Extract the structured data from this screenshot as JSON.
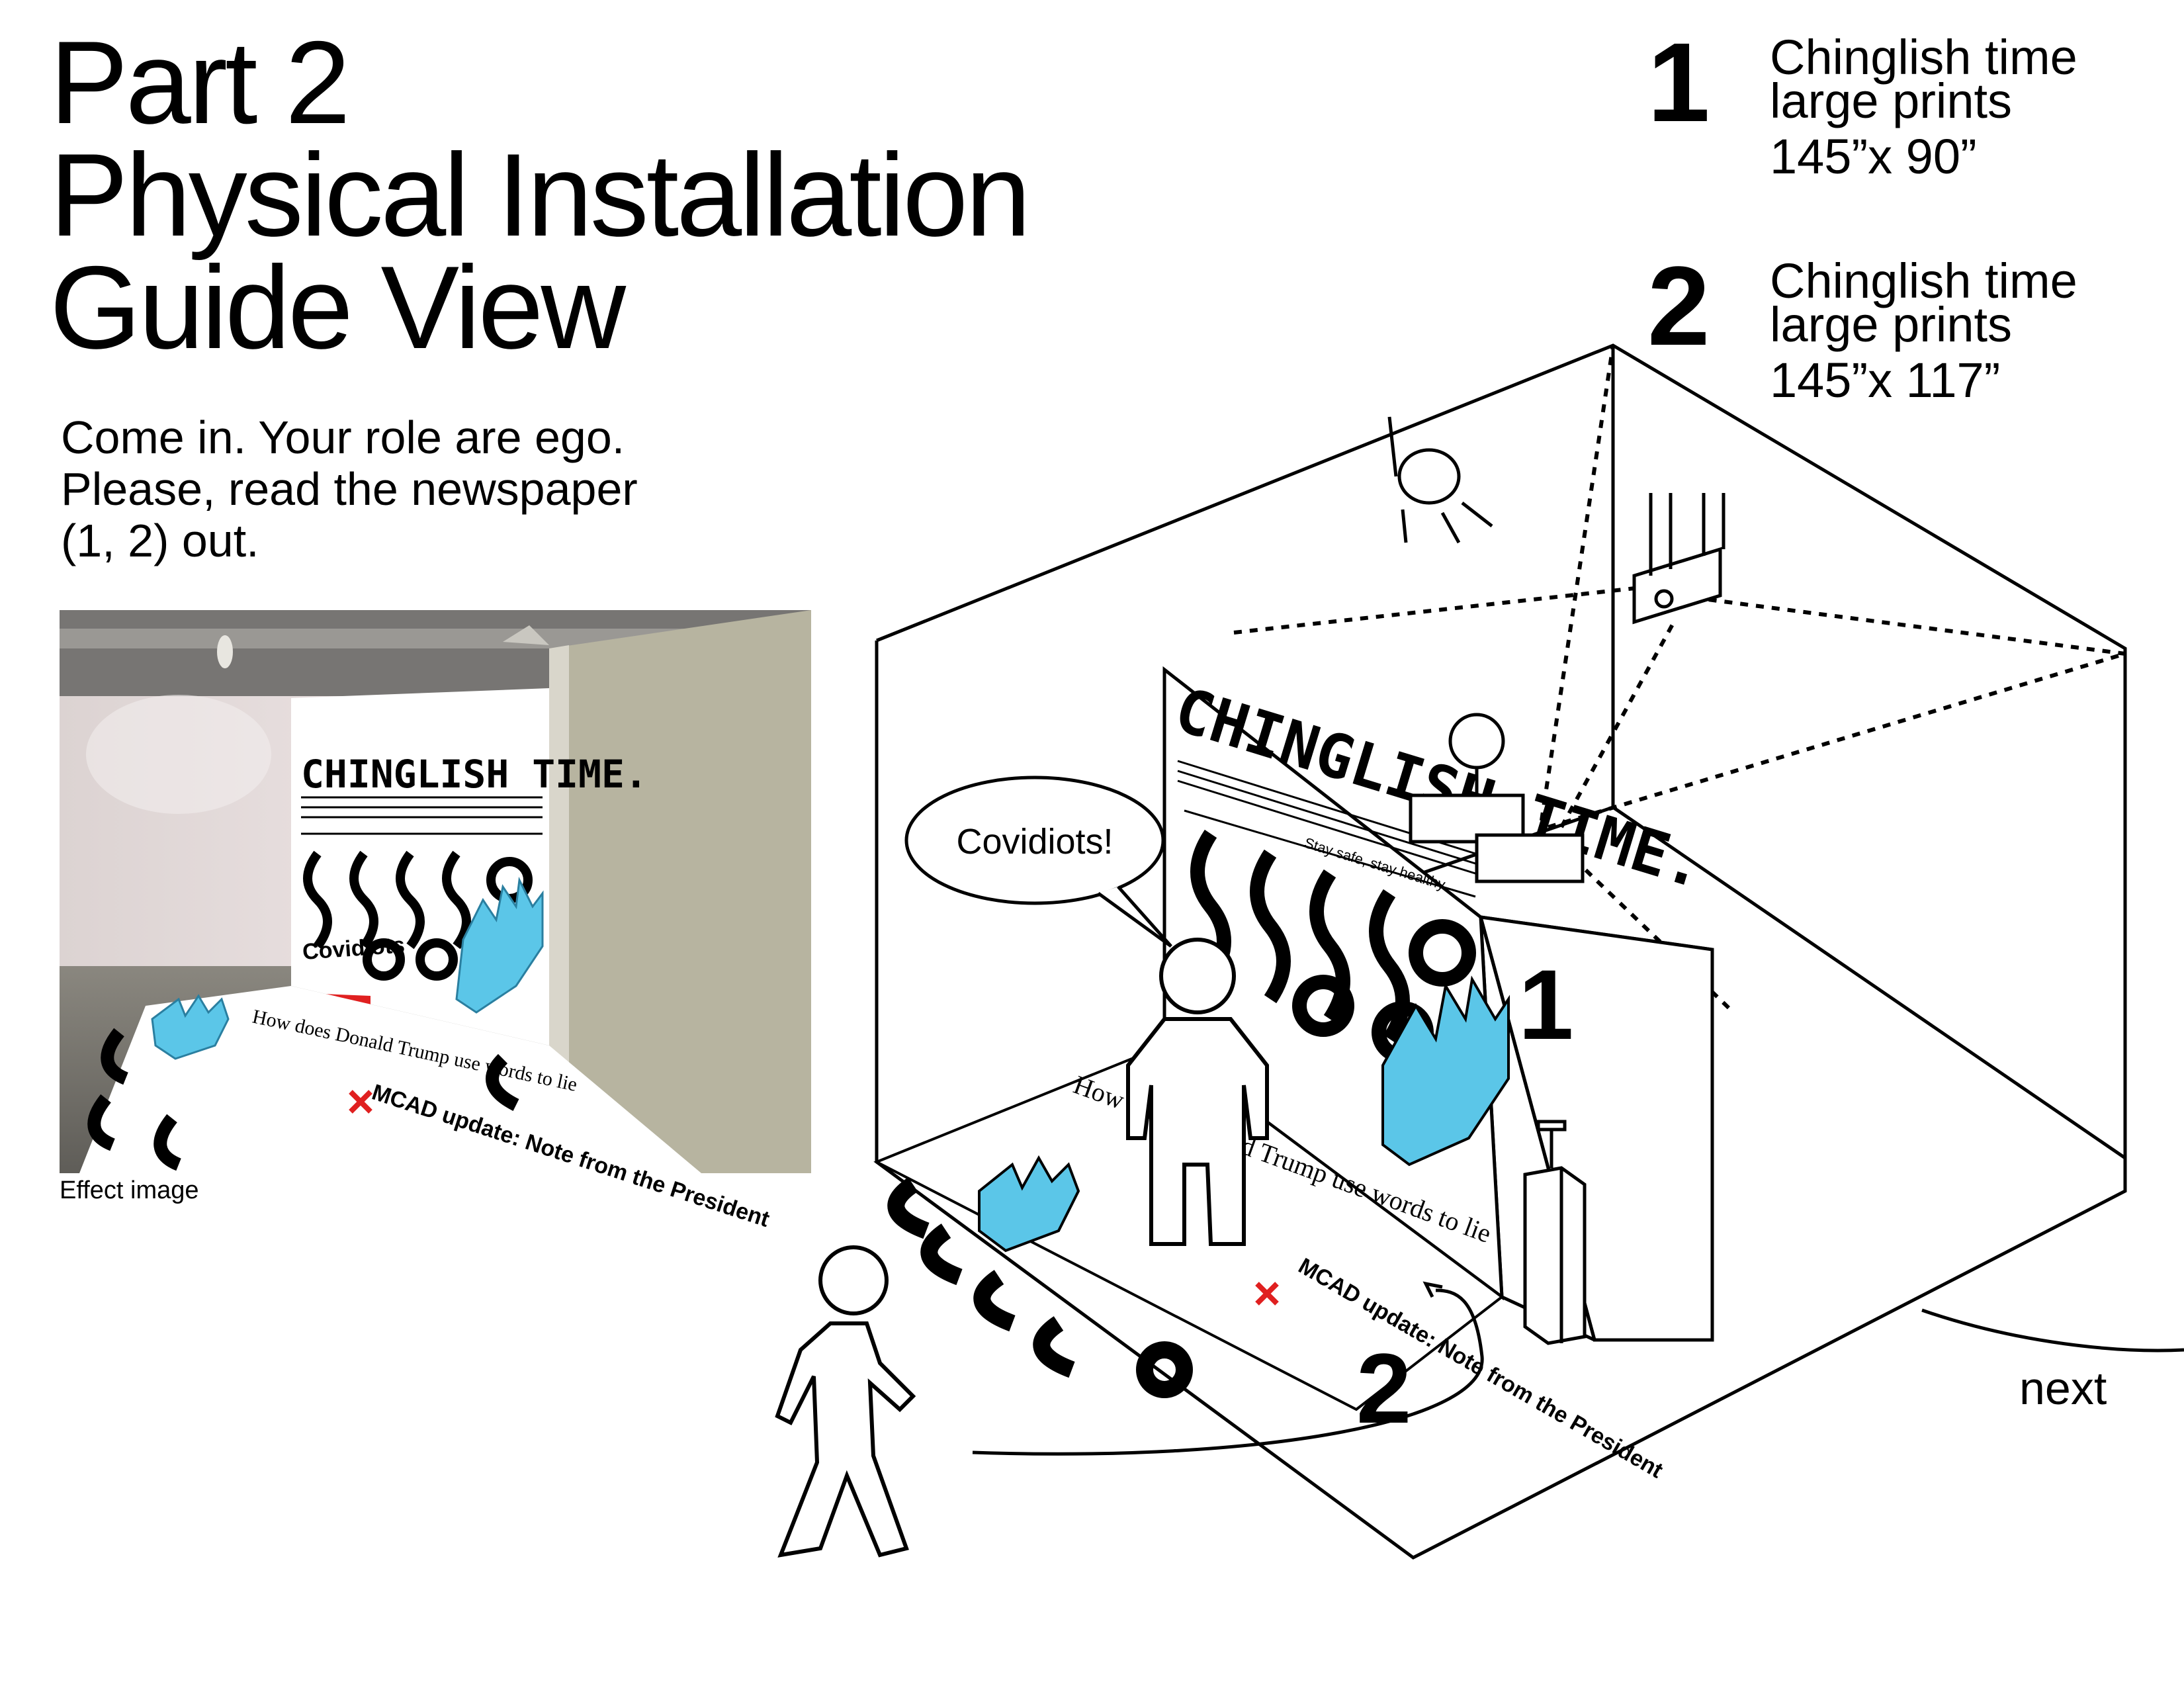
{
  "title": {
    "line1": "Part 2",
    "line2": "Physical Installation",
    "line3": "Guide View"
  },
  "intro": {
    "line1": "Come in. Your role are ego.",
    "line2": "Please, read the newspaper",
    "line3": "(1, 2) out."
  },
  "legend": [
    {
      "number": "1",
      "line1": "Chinglish time",
      "line2": "large prints",
      "line3": "145”x 90”"
    },
    {
      "number": "2",
      "line1": "Chinglish time",
      "line2": "large prints",
      "line3": "145”x 117”"
    }
  ],
  "photo": {
    "caption": "Effect image",
    "masthead": "CHINGLISH TIME.",
    "word": "Covidiots",
    "headline1": "How does Donald Trump use words to lie",
    "headline2": "MCAD update: Note from the President"
  },
  "diagram": {
    "speech_bubble": "Covidiots!",
    "masthead": "CHINGLISH TIME.",
    "tagline": "Stay safe, stay healthy",
    "headline1": "How does Donald Trump use words to lie",
    "headline2": "MCAD update: Note from the President",
    "wall_label": "1",
    "floor_label": "2"
  },
  "nav": {
    "next_label": "next"
  },
  "colors": {
    "ink": "#000000",
    "glove": "#5bc6e8",
    "accent_red": "#e02020",
    "paper": "#ffffff"
  }
}
